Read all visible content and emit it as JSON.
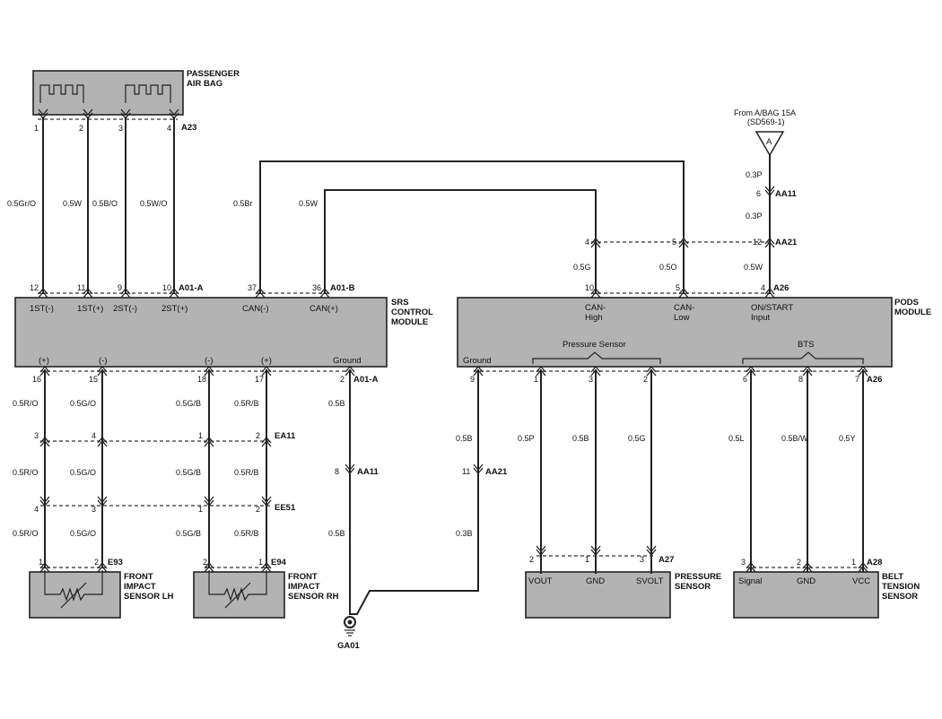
{
  "labels": {
    "passenger_air_bag": [
      "PASSENGER",
      "AIR BAG"
    ],
    "srs_module": [
      "SRS",
      "CONTROL",
      "MODULE"
    ],
    "pods_module": [
      "PODS",
      "MODULE"
    ],
    "front_impact_lh": [
      "FRONT",
      "IMPACT",
      "SENSOR LH"
    ],
    "front_impact_rh": [
      "FRONT",
      "IMPACT",
      "SENSOR RH"
    ],
    "pressure_sensor": [
      "PRESSURE",
      "SENSOR"
    ],
    "belt_tension_sensor": [
      "BELT",
      "TENSION",
      "SENSOR"
    ],
    "from_abag": [
      "From A/BAG 15A",
      "(SD569-1)"
    ],
    "ref_a": "A",
    "ground_point": "GA01"
  },
  "connectors": {
    "A23": "A23",
    "A01A": "A01-A",
    "A01B": "A01-B",
    "A26": "A26",
    "AA11": "AA11",
    "AA21": "AA21",
    "EA11": "EA11",
    "EE51": "EE51",
    "E93": "E93",
    "E94": "E94",
    "A27": "A27",
    "A28": "A28"
  },
  "pins": {
    "a23": [
      "1",
      "2",
      "3",
      "4"
    ],
    "srs_top": [
      "12",
      "11",
      "9",
      "10",
      "37",
      "36"
    ],
    "srs_bottom": [
      "16",
      "15",
      "18",
      "17",
      "2"
    ],
    "pods_top": [
      "10",
      "5",
      "4"
    ],
    "pods_bottom": [
      "9",
      "1",
      "3",
      "2",
      "6",
      "8",
      "7"
    ],
    "ea11": [
      "3",
      "4",
      "1",
      "2"
    ],
    "ee51": [
      "4",
      "3",
      "1",
      "2"
    ],
    "e93": [
      "1",
      "2"
    ],
    "e94": [
      "2",
      "1"
    ],
    "aa11_gnd": "8",
    "aa21_gnd": "11",
    "aa21_top": [
      "4",
      "5",
      "12"
    ],
    "aa11_top": "6",
    "a27": [
      "2",
      "1",
      "3"
    ],
    "a28": [
      "3",
      "2",
      "1"
    ]
  },
  "terminals": {
    "srs_top": [
      "1ST(-)",
      "1ST(+)",
      "2ST(-)",
      "2ST(+)",
      "CAN(-)",
      "CAN(+)"
    ],
    "srs_bottom": [
      "(+)",
      "(-)",
      "(-)",
      "(+)",
      "Ground"
    ],
    "pods_top": [
      [
        "CAN-",
        "High"
      ],
      [
        "CAN-",
        "Low"
      ],
      [
        "ON/START",
        "Input"
      ]
    ],
    "pods_ground": "Ground",
    "pods_groups": [
      "Pressure Sensor",
      "BTS"
    ],
    "pressure_sensor": [
      "VOUT",
      "GND",
      "SVOLT"
    ],
    "belt_sensor": [
      "Signal",
      "GND",
      "VCC"
    ]
  },
  "wires": {
    "airbag": [
      "0.5Gr/O",
      "0.5W",
      "0.5B/O",
      "0.5W/O"
    ],
    "can": [
      "0.5Br",
      "0.5W"
    ],
    "pods_top": [
      "0.5G",
      "0.5O",
      "0.5W"
    ],
    "on_start": [
      "0.3P",
      "0.3P"
    ],
    "impact_upper": [
      "0.5R/O",
      "0.5G/O",
      "0.5G/B",
      "0.5R/B"
    ],
    "impact_mid": [
      "0.5R/O",
      "0.5G/O",
      "0.5G/B",
      "0.5R/B"
    ],
    "impact_lower": [
      "0.5R/O",
      "0.5G/O",
      "0.5G/B",
      "0.5R/B"
    ],
    "srs_ground": [
      "0.5B",
      "0.5B"
    ],
    "pods_ground": [
      "0.5B",
      "0.3B"
    ],
    "pressure": [
      "0.5P",
      "0.5B",
      "0.5G"
    ],
    "belt": [
      "0.5L",
      "0.5B/W",
      "0.5Y"
    ]
  },
  "colors": {
    "module_fill": "#b3b3b3",
    "wire": "#222222"
  }
}
